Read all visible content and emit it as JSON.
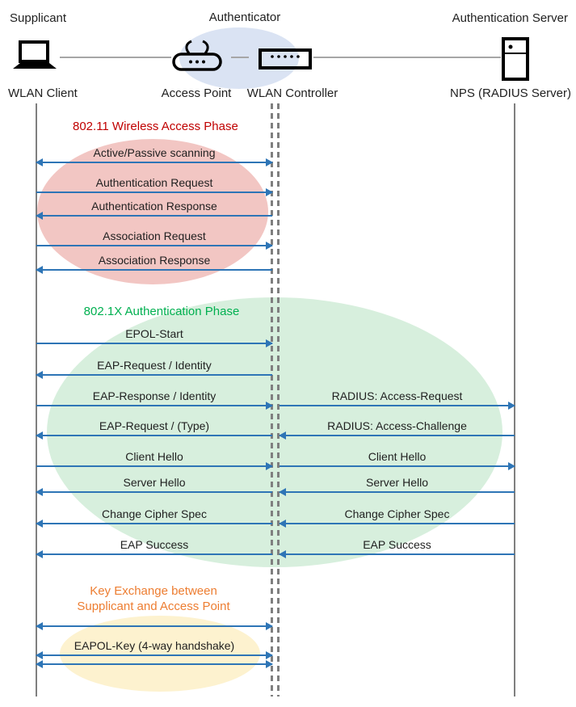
{
  "palette": {
    "arrow": "#2e75b6",
    "lifeline": "#7f7f7f",
    "connector": "#a6a6a6",
    "text": "#1f1f1f",
    "phase1": "#c00000",
    "phase2": "#00b050",
    "phase3": "#ed7d31",
    "ellipse_pink": "#f2c6c3",
    "ellipse_green": "#d7efdd",
    "ellipse_yellow": "#fdf2cf",
    "ellipse_blue": "#dae3f3"
  },
  "actors": {
    "supplicant": {
      "role": "Supplicant",
      "device": "WLAN Client",
      "icon": "laptop-icon"
    },
    "authenticator": {
      "role": "Authenticator",
      "access_point": "Access Point",
      "controller": "WLAN Controller",
      "ap_icon": "wireless-access-point-icon",
      "controller_icon": "wlan-controller-icon"
    },
    "auth_server": {
      "role": "Authentication Server",
      "device": "NPS (RADIUS Server)",
      "icon": "server-icon"
    }
  },
  "phases": [
    {
      "title": "802.11 Wireless Access Phase",
      "color": "#c00000"
    },
    {
      "title": "802.1X Authentication Phase",
      "color": "#00b050"
    },
    {
      "title_lines": [
        "Key Exchange between",
        "Supplicant and Access Point"
      ],
      "color": "#ed7d31"
    }
  ],
  "messages": [
    {
      "label": "Active/Passive scanning",
      "segment": "supplicant-controller",
      "arrow": "both"
    },
    {
      "label": "Authentication Request",
      "segment": "supplicant-controller",
      "arrow": "to-right"
    },
    {
      "label": "Authentication Response",
      "segment": "supplicant-controller",
      "arrow": "to-left"
    },
    {
      "label": "Association Request",
      "segment": "supplicant-controller",
      "arrow": "to-right"
    },
    {
      "label": "Association Response",
      "segment": "supplicant-controller",
      "arrow": "to-left"
    },
    {
      "label": "EPOL-Start",
      "segment": "supplicant-controller",
      "arrow": "to-right"
    },
    {
      "label": "EAP-Request / Identity",
      "segment": "supplicant-controller",
      "arrow": "to-left"
    },
    {
      "label": "EAP-Response / Identity",
      "segment": "supplicant-controller",
      "arrow": "to-right"
    },
    {
      "label": "RADIUS: Access-Request",
      "segment": "controller-server",
      "arrow": "to-right"
    },
    {
      "label": "EAP-Request / (Type)",
      "segment": "supplicant-controller",
      "arrow": "to-left"
    },
    {
      "label": "RADIUS: Access-Challenge",
      "segment": "controller-server",
      "arrow": "to-left"
    },
    {
      "label": "Client Hello",
      "segment": "supplicant-controller",
      "arrow": "to-right"
    },
    {
      "label": "Client Hello",
      "segment": "controller-server",
      "arrow": "to-right"
    },
    {
      "label": "Server Hello",
      "segment": "supplicant-controller",
      "arrow": "to-left"
    },
    {
      "label": "Server Hello",
      "segment": "controller-server",
      "arrow": "to-left"
    },
    {
      "label": "Change Cipher Spec",
      "segment": "supplicant-controller",
      "arrow": "to-left"
    },
    {
      "label": "Change Cipher Spec",
      "segment": "controller-server",
      "arrow": "to-left"
    },
    {
      "label": "EAP Success",
      "segment": "supplicant-controller",
      "arrow": "to-left"
    },
    {
      "label": "EAP Success",
      "segment": "controller-server",
      "arrow": "to-left"
    },
    {
      "label": "",
      "segment": "supplicant-controller",
      "arrow": "both"
    },
    {
      "label": "EAPOL-Key (4-way handshake)",
      "segment": "supplicant-controller",
      "arrow": "both"
    },
    {
      "label": "",
      "segment": "supplicant-controller",
      "arrow": "both"
    }
  ]
}
